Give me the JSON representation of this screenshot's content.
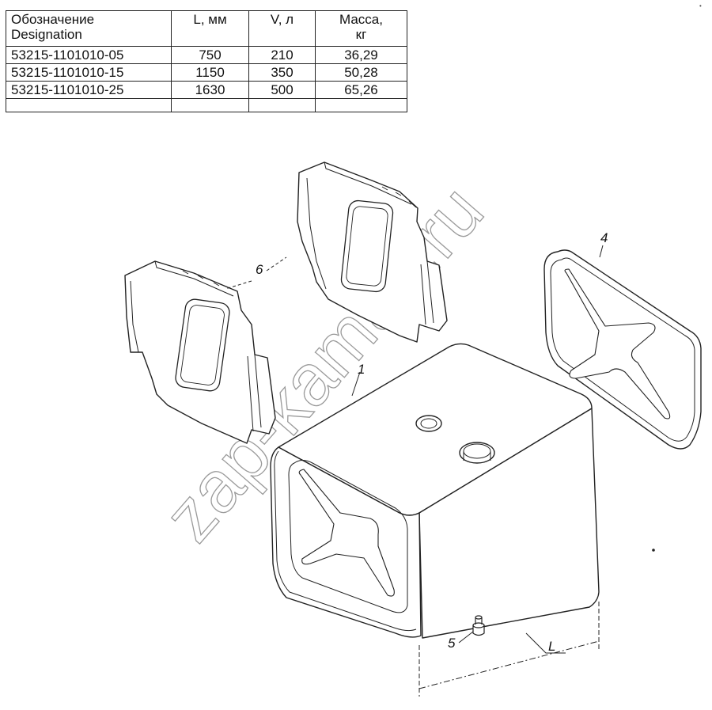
{
  "table": {
    "headers": [
      {
        "line1": "Обозначение",
        "line2": "Designation"
      },
      {
        "line1": "L, мм",
        "line2": ""
      },
      {
        "line1": "V, л",
        "line2": ""
      },
      {
        "line1": "Масса,",
        "line2": "кг"
      }
    ],
    "rows": [
      {
        "designation": "53215-1101010-05",
        "length": "750",
        "volume": "210",
        "mass": "36,29"
      },
      {
        "designation": "53215-1101010-15",
        "length": "1150",
        "volume": "350",
        "mass": "50,28"
      },
      {
        "designation": "53215-1101010-25",
        "length": "1630",
        "volume": "500",
        "mass": "65,26"
      }
    ]
  },
  "callouts": {
    "tank": "1",
    "end_cover": "4",
    "drain_plug": "5",
    "heat_shields": "6",
    "length_dim": "L"
  },
  "watermark": "zap-kamaz.ru",
  "corner_mark": "•"
}
